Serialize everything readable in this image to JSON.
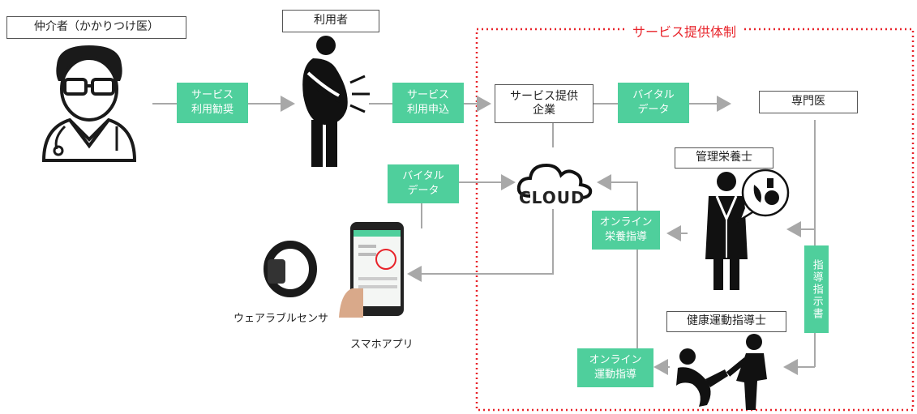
{
  "boxes": {
    "intermediary": "仲介者（かかりつけ医）",
    "user": "利用者",
    "provider": "サービス提供\n企業",
    "specialist": "専門医",
    "dietitian": "管理栄養士",
    "trainer": "健康運動指導士"
  },
  "green": {
    "recommend": "サービス\n利用勧奨",
    "apply": "サービス\n利用申込",
    "vital_top": "バイタル\nデータ",
    "vital_left": "バイタル\nデータ",
    "online_nutrition": "オンライン\n栄養指導",
    "online_exercise": "オンライン\n運動指導",
    "instruction": "指導指示書"
  },
  "labels": {
    "wearable": "ウェアラブルセンサ",
    "smartphone": "スマホアプリ",
    "cloud": "CLOUD"
  },
  "frame": {
    "title": "サービス提供体制",
    "color": "#e8232a"
  },
  "colors": {
    "accent": "#4fcf9c",
    "arrow": "#a8a8a8"
  },
  "icons": [
    "doctor-icon",
    "person-stomachache-icon",
    "cloud-icon",
    "smartwatch-icon",
    "smartphone-icon",
    "nutritionist-icon",
    "food-bubble-icon",
    "exercise-trainer-icon"
  ]
}
